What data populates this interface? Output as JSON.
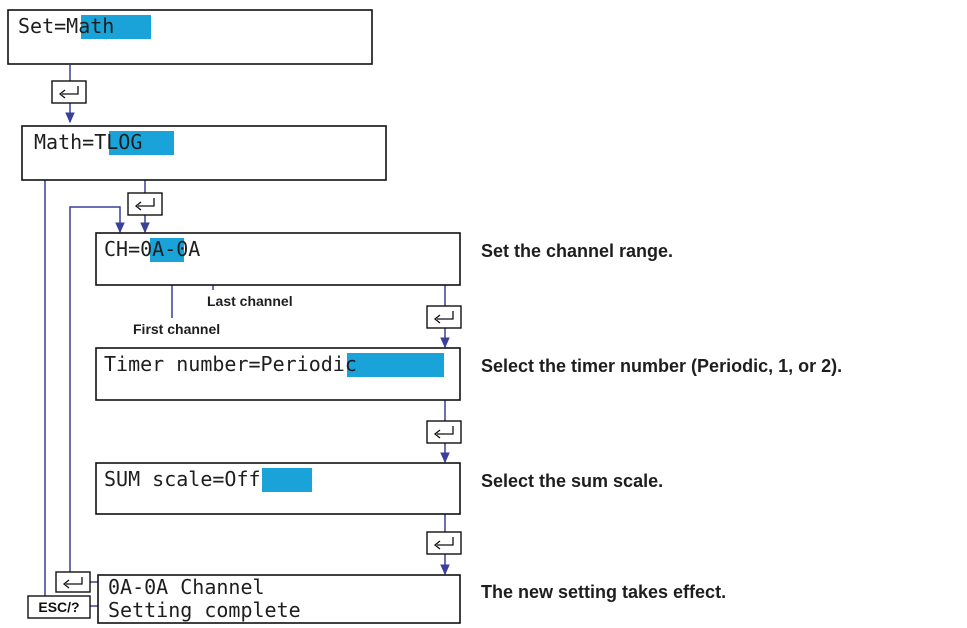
{
  "colors": {
    "highlight": "#1aa3d9",
    "flow": "#3a3f9a"
  },
  "screens": {
    "set": {
      "prefix": "Set=",
      "value": "Math"
    },
    "math": {
      "prefix": "Math=",
      "value": "TLOG"
    },
    "channel": {
      "prefix": "CH=",
      "first": "0A",
      "rest": "-0A"
    },
    "timer": {
      "prefix": "Timer number=",
      "value": "Periodic"
    },
    "sum": {
      "prefix": "SUM scale=",
      "value": "Off"
    },
    "complete": {
      "line1": "0A-0A Channel",
      "line2": "Setting complete"
    }
  },
  "annotations": {
    "channel": "Set the channel range.",
    "timer": "Select the timer number (Periodic, 1, or 2).",
    "sum": "Select the sum scale.",
    "complete": "The new setting takes effect.",
    "last_channel": "Last channel",
    "first_channel": "First channel"
  },
  "keys": {
    "enter_icon": "enter-key-icon",
    "esc_label": "ESC/?"
  }
}
